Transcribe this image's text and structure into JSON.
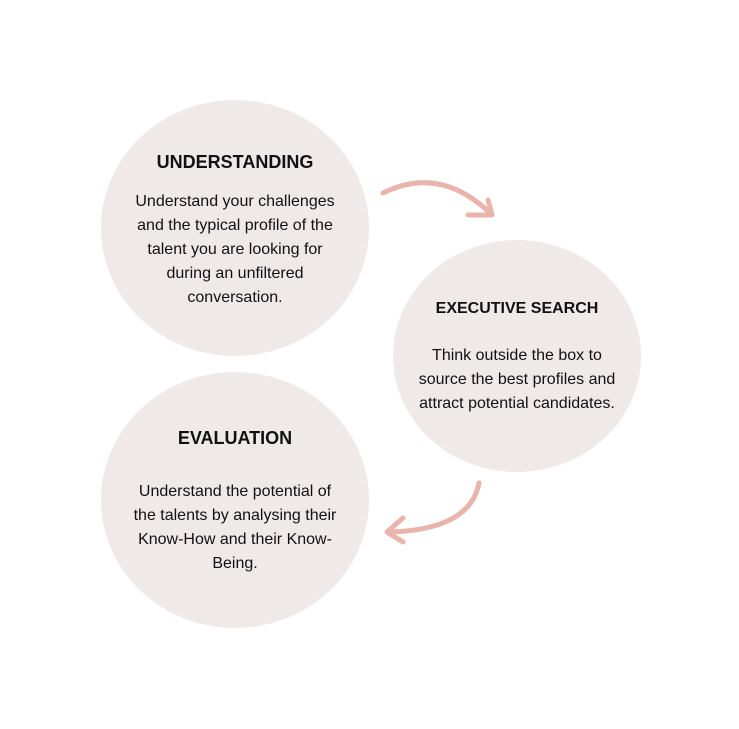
{
  "steps": [
    {
      "title": "UNDERSTANDING",
      "text": "Understand your challenges and the typical profile of the talent you are looking for during an unfiltered conversation."
    },
    {
      "title": "EXECUTIVE SEARCH",
      "text": "Think outside the box to source the best profiles and attract potential candidates."
    },
    {
      "title": "EVALUATION",
      "text": "Understand the potential of the talents by analysing their Know-How and their Know-Being."
    }
  ],
  "colors": {
    "circle": "#efe9e8",
    "arrow": "#e8b4ab"
  }
}
